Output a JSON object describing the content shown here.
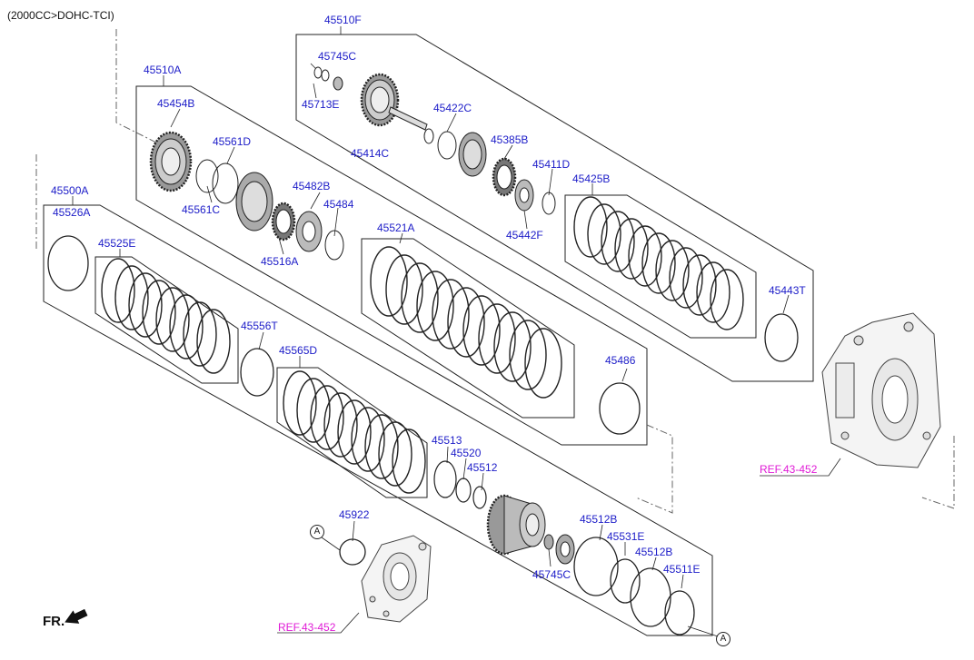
{
  "header": {
    "engine_note": "(2000CC>DOHC-TCI)"
  },
  "parts": {
    "p45510F": "45510F",
    "p45745C_top": "45745C",
    "p45713E": "45713E",
    "p45414C": "45414C",
    "p45422C": "45422C",
    "p45385B": "45385B",
    "p45411D": "45411D",
    "p45442F": "45442F",
    "p45425B": "45425B",
    "p45443T": "45443T",
    "p45510A": "45510A",
    "p45454B": "45454B",
    "p45561D": "45561D",
    "p45561C": "45561C",
    "p45482B": "45482B",
    "p45484": "45484",
    "p45516A": "45516A",
    "p45521A": "45521A",
    "p45486": "45486",
    "p45500A": "45500A",
    "p45526A": "45526A",
    "p45525E": "45525E",
    "p45556T": "45556T",
    "p45565D": "45565D",
    "p45513": "45513",
    "p45520": "45520",
    "p45512": "45512",
    "p45922": "45922",
    "p45512B_1": "45512B",
    "p45531E": "45531E",
    "p45512B_2": "45512B",
    "p45511E": "45511E",
    "p45745C_bottom": "45745C"
  },
  "references": {
    "ref_right": "REF.43-452",
    "ref_bottom": "REF.43-452"
  },
  "callouts": {
    "a_left": "A",
    "a_right": "A"
  },
  "orientation": {
    "front_label": "FR."
  },
  "colors": {
    "part_label": "#1c1cc8",
    "reference_label": "#e01bd6",
    "line": "#222222"
  }
}
